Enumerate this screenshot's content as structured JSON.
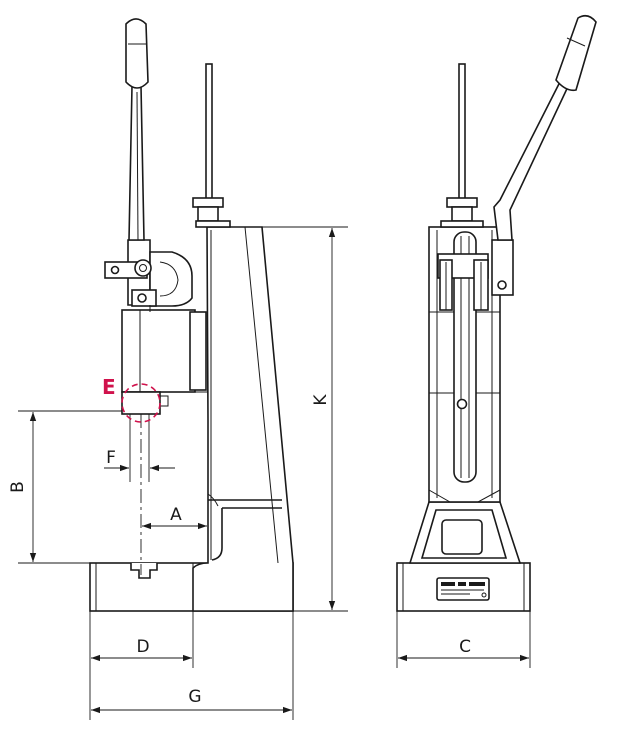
{
  "labels": {
    "detail": "E",
    "a": "A",
    "b": "B",
    "c": "C",
    "d": "D",
    "f": "F",
    "g": "G",
    "k": "K"
  },
  "colors": {
    "line": "#1a1a1a",
    "detail_accent": "#d0124c",
    "background": "#ffffff"
  }
}
